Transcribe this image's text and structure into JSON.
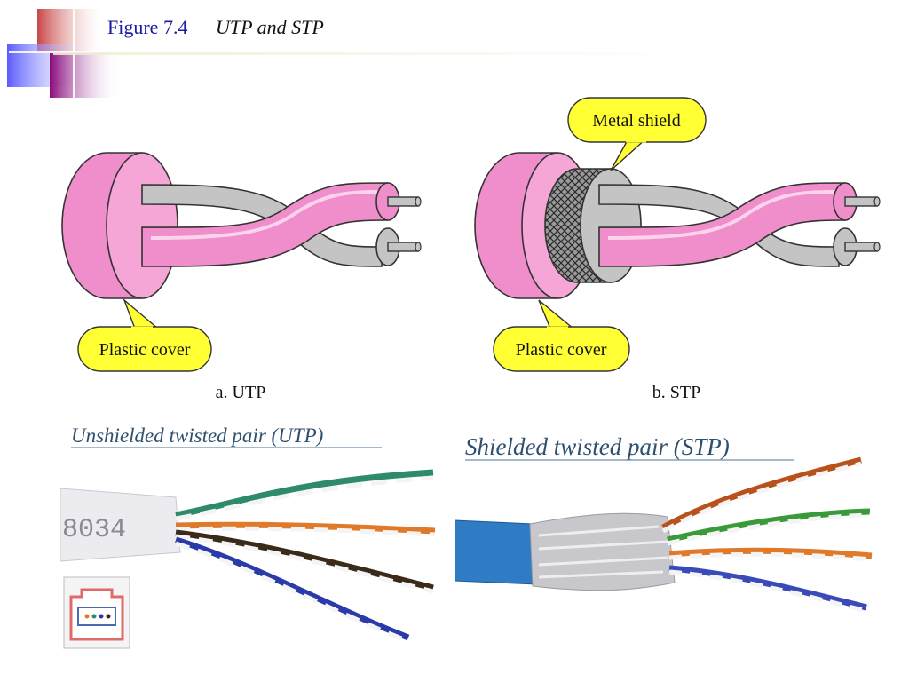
{
  "title": {
    "figure_number": "Figure 7.4",
    "figure_name": "UTP and STP"
  },
  "utp_diagram": {
    "callout": "Plastic cover",
    "caption": "a. UTP"
  },
  "stp_diagram": {
    "callouts": [
      "Metal shield",
      "Plastic cover"
    ],
    "caption": "b. STP"
  },
  "utp_photo": {
    "title": "Unshielded twisted pair (UTP)",
    "cable_print": "8034"
  },
  "stp_photo": {
    "title": "Shielded twisted pair (STP)"
  },
  "colors": {
    "pink": "#f08ecb",
    "gray": "#c4c4c4",
    "callout_fill": "#ffff33",
    "title_blue": "#1a1aa6"
  }
}
